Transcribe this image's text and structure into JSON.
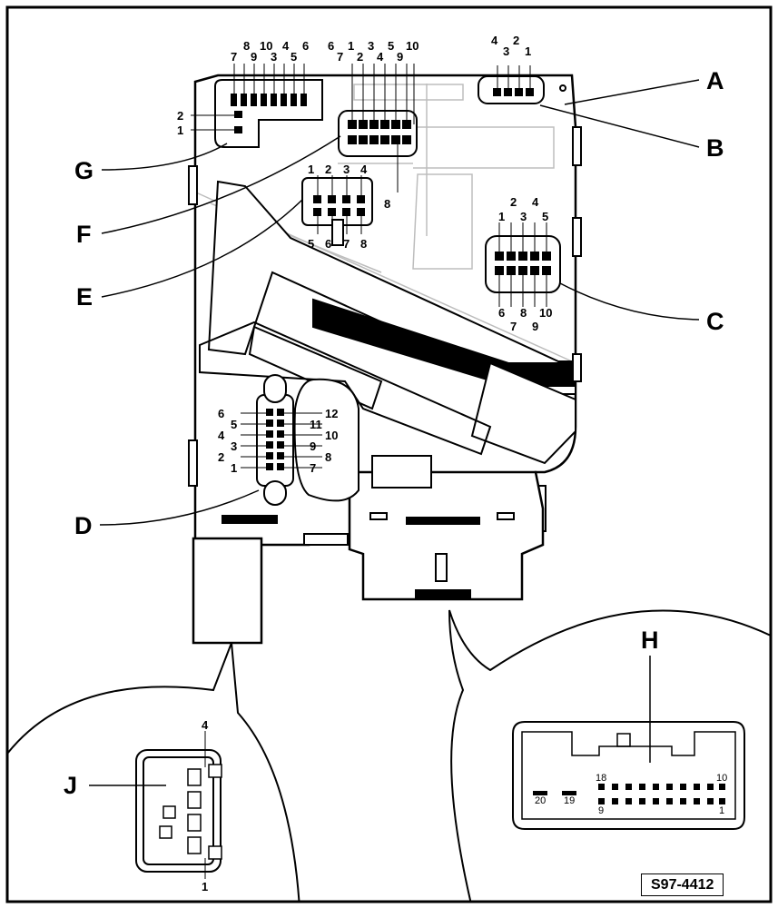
{
  "figure_id": "S97-4412",
  "connectors": {
    "A": {
      "label": "A"
    },
    "B": {
      "label": "B",
      "pins": [
        "4",
        "3",
        "2",
        "1"
      ]
    },
    "C": {
      "label": "C",
      "top": [
        "2",
        "4",
        "1",
        "3",
        "5"
      ],
      "bottom": [
        "6",
        "8",
        "10",
        "7",
        "9"
      ]
    },
    "D": {
      "label": "D",
      "left": [
        "6",
        "5",
        "4",
        "3",
        "2",
        "1"
      ],
      "right": [
        "12",
        "11",
        "10",
        "9",
        "8",
        "7"
      ]
    },
    "E": {
      "label": "E",
      "top": [
        "1",
        "2",
        "3",
        "4"
      ],
      "bottom": [
        "5",
        "6",
        "7",
        "8"
      ]
    },
    "F": {
      "label": "F",
      "top": [
        "6",
        "1",
        "3",
        "5",
        "10",
        "7",
        "2",
        "4",
        "9"
      ],
      "side": "8"
    },
    "G": {
      "label": "G",
      "top": [
        "8",
        "10",
        "4",
        "6",
        "7",
        "9",
        "3",
        "5"
      ],
      "side": [
        "2",
        "1"
      ]
    },
    "H": {
      "label": "H",
      "top_left": "18",
      "top_right": "10",
      "bottom_left": "9",
      "bottom_right": "1",
      "extra1": "20",
      "extra2": "19"
    },
    "J": {
      "label": "J",
      "top": "4",
      "bottom": "1"
    }
  },
  "colors": {
    "line": "#000000",
    "fill": "#ffffff",
    "grey": "#cfcfcf"
  }
}
